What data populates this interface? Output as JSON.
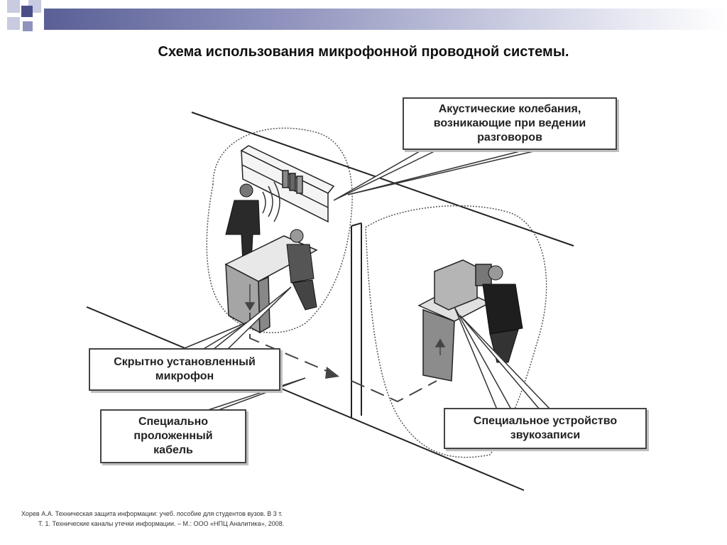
{
  "title": "Схема использования микрофонной проводной системы.",
  "callouts": {
    "acoustic": "Акустические колебания,\nвозникающие при ведении\nразговоров",
    "microphone": "Скрытно установленный\nмикрофон",
    "cable": "Специально\nпроложенный\nкабель",
    "recorder": "Специальное устройство\nзвукозаписи"
  },
  "citation": {
    "line1": "Хорев А.А.  Техническая  защита информации: учеб. пособие для студентов вузов. В 3 т.",
    "line2": "Т. 1. Технические каналы утечки информации. – М.: ООО «НПЦ Аналитика», 2008."
  },
  "colors": {
    "accent_dark": "#4a4f8a",
    "accent_mid": "#8f93bd",
    "accent_light": "#c9cbe0"
  }
}
